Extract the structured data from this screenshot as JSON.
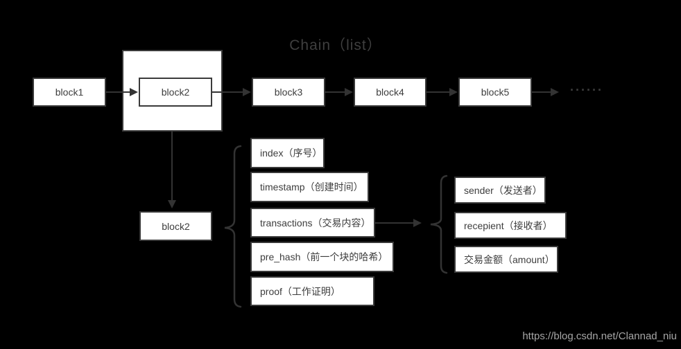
{
  "title": "Chain（list）",
  "watermark": "https://blog.csdn.net/Clannad_niu",
  "chain": {
    "blocks": [
      {
        "label": "block1"
      },
      {
        "label": "block2"
      },
      {
        "label": "block3"
      },
      {
        "label": "block4"
      },
      {
        "label": "block5"
      }
    ],
    "ellipsis": "······"
  },
  "detail": {
    "block_label": "block2",
    "fields": [
      {
        "label": "index（序号）"
      },
      {
        "label": "timestamp（创建时间）"
      },
      {
        "label": "transactions（交易内容）"
      },
      {
        "label": "pre_hash（前一个块的哈希）"
      },
      {
        "label": "proof（工作证明）"
      }
    ]
  },
  "transaction_detail": {
    "fields": [
      {
        "label": "sender（发送者）"
      },
      {
        "label": "recepient（接收者）"
      },
      {
        "label": "交易金额（amount）"
      }
    ]
  },
  "colors": {
    "background": "#000000",
    "box_fill": "#ffffff",
    "box_border": "#3a3a3a",
    "box_text": "#3d3d3d",
    "line": "#333333",
    "title_text": "#3f3f3f",
    "watermark_text": "#a6a6a6"
  }
}
